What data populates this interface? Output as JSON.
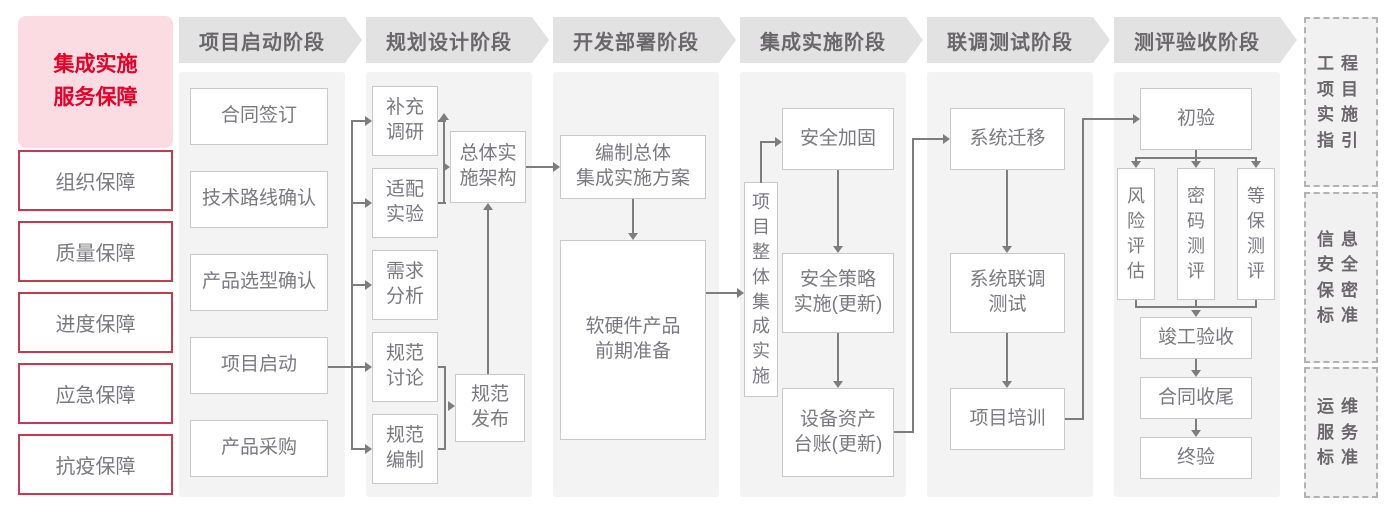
{
  "sidebar": {
    "title": "集成实施\n服务保障",
    "items": [
      "组织保障",
      "质量保障",
      "进度保障",
      "应急保障",
      "抗疫保障"
    ]
  },
  "phases": [
    {
      "header": "项目启动阶段",
      "steps": [
        "合同签订",
        "技术路线确认",
        "产品选型确认",
        "项目启动",
        "产品采购"
      ]
    },
    {
      "header": "规划设计阶段",
      "steps": [
        "补充\n调研",
        "适配\n实验",
        "需求\n分析",
        "规范\n讨论",
        "规范\n编制",
        "总体实\n施架构",
        "规范\n发布"
      ]
    },
    {
      "header": "开发部署阶段",
      "steps": [
        "编制总体\n集成实施方案",
        "软硬件产品\n前期准备"
      ]
    },
    {
      "header": "集成实施阶段",
      "steps": [
        "项目整体集成实施",
        "安全加固",
        "安全策略\n实施(更新)",
        "设备资产\n台账(更新)"
      ]
    },
    {
      "header": "联调测试阶段",
      "steps": [
        "系统迁移",
        "系统联调\n测试",
        "项目培训"
      ]
    },
    {
      "header": "测评验收阶段",
      "steps": [
        "初验",
        "风险评估",
        "密码测评",
        "等保测评",
        "竣工验收",
        "合同收尾",
        "终验"
      ]
    }
  ],
  "standards": [
    "工程\n项目\n实施\n指引",
    "信息\n安全\n保密\n标准",
    "运维\n服务\n标准"
  ],
  "colors": {
    "accent_red": "#e60027",
    "sidebar_border_red": "#c43a50",
    "title_pink_bg": "#fadce2",
    "banner_gray": "#e3e2e2",
    "column_gray": "#f4f3f3",
    "box_border": "#c9c9c9",
    "text_gray": "#7b7980",
    "line_gray": "#7d7d7d"
  }
}
